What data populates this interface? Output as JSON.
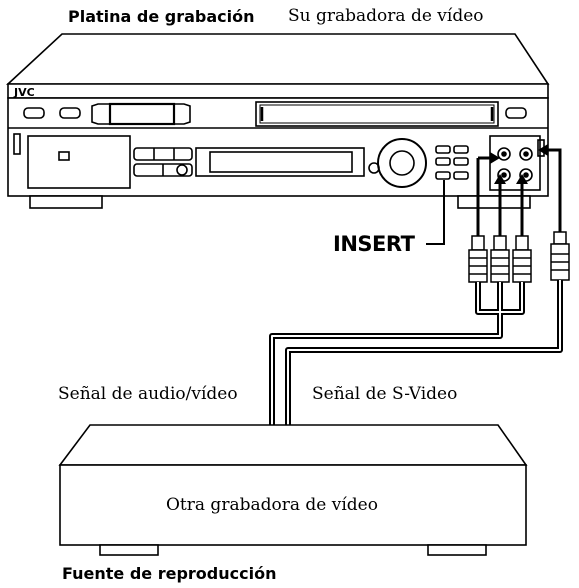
{
  "labels": {
    "recording_deck": "Platina de grabación",
    "your_vcr": "Su grabadora de vídeo",
    "insert": "INSERT",
    "av_signal": "Señal de audio/vídeo",
    "svideo_signal": "Señal de S-Video",
    "other_vcr": "Otra grabadora de vídeo",
    "playback_source": "Fuente de reproducción"
  },
  "vcr_brand": "JVC"
}
